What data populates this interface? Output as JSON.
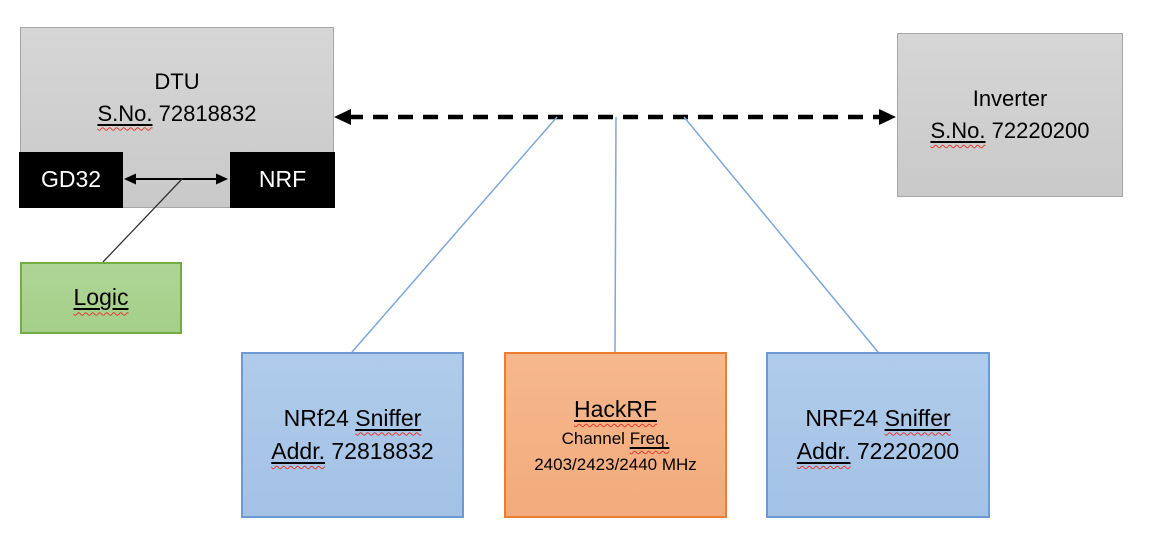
{
  "dtu": {
    "name": "DTU",
    "serial_label": "S.No.",
    "serial_value": "72818832"
  },
  "gd32": {
    "label": "GD32"
  },
  "nrf": {
    "label": "NRF"
  },
  "logic": {
    "label": "Logic"
  },
  "inverter": {
    "name": "Inverter",
    "serial_label": "S.No.",
    "serial_value": "72220200"
  },
  "sniffer_left": {
    "line1_prefix": "NRf24",
    "line1_word": "Sniffer",
    "line2_word": "Addr.",
    "line2_value": "72818832"
  },
  "hackrf": {
    "title": "HackRF",
    "line2_prefix": "Channel",
    "line2_word": "Freq.",
    "line3": "2403/2423/2440 MHz"
  },
  "sniffer_right": {
    "line1_prefix": "NRF24",
    "line1_word": "Sniffer",
    "line2_word": "Addr.",
    "line2_value": "72220200"
  },
  "colors": {
    "gray_fill": "#cdcdcd",
    "gray_border": "#a6a6a6",
    "black_fill": "#000000",
    "green_fill": "#a9d18e",
    "green_border": "#70ad47",
    "blue_fill": "#a9c6e8",
    "blue_border": "#6b9bd2",
    "orange_fill": "#f4b183",
    "orange_border": "#ed7d31",
    "connector_blue": "#7ea6d9",
    "arrow_black": "#000000",
    "squiggle_red": "#e33b2e"
  }
}
